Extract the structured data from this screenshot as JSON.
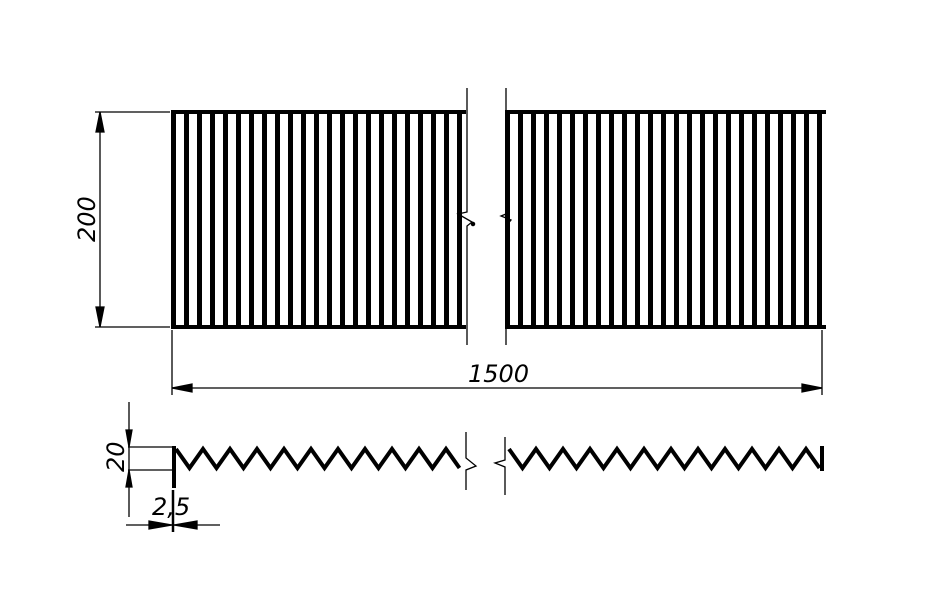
{
  "drawing": {
    "height_label": "200",
    "length_label": "1500",
    "profile_height_label": "20",
    "pitch_label": "2,5"
  },
  "colors": {
    "line": "#000000",
    "background": "#ffffff"
  }
}
